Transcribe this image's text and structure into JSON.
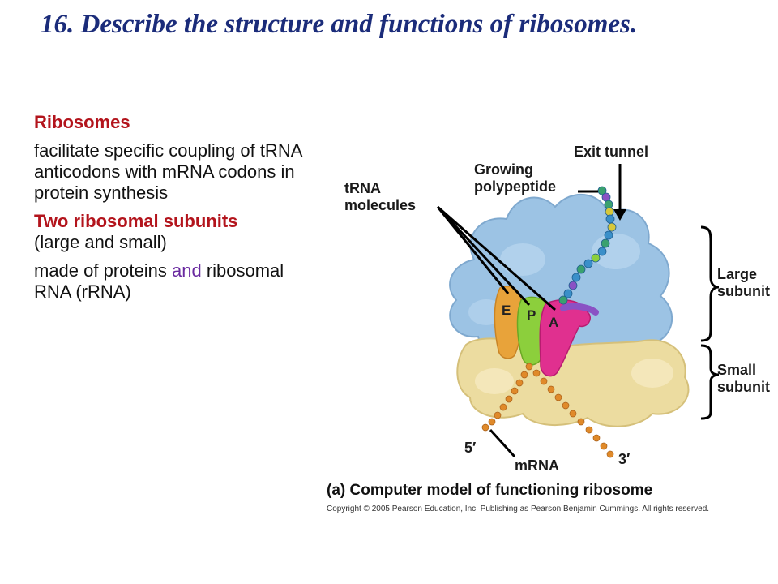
{
  "slide": {
    "title": "16. Describe the structure and functions of ribosomes.",
    "bullets": {
      "b1": "Ribosomes",
      "b2": "facilitate specific coupling of tRNA anticodons with mRNA codons in protein synthesis",
      "b3": "Two ribosomal subunits",
      "b4": "(large and small)",
      "b5a": "made of proteins ",
      "b5b": "and",
      "b5c": " ribosomal RNA (rRNA)"
    }
  },
  "figure": {
    "labels": {
      "exit_tunnel": "Exit tunnel",
      "growing_l1": "Growing",
      "growing_l2": "polypeptide",
      "trna_l1": "tRNA",
      "trna_l2": "molecules",
      "large_l1": "Large",
      "large_l2": "subunit",
      "small_l1": "Small",
      "small_l2": "subunit",
      "five_prime": "5′",
      "three_prime": "3′",
      "mrna": "mRNA",
      "site_e": "E",
      "site_p": "P",
      "site_a": "A"
    },
    "caption": "(a) Computer model of functioning ribosome",
    "copyright": "Copyright © 2005 Pearson Education, Inc. Publishing as Pearson Benjamin Cummings. All rights reserved."
  },
  "colors": {
    "title": "#1b2c7a",
    "highlight_red": "#b3141c",
    "highlight_purple": "#6a2aa0",
    "large_subunit": "#9cc3e4",
    "small_subunit": "#ecdca0",
    "trna_e": "#e8a33a",
    "trna_p": "#8ccf3c",
    "trna_a": "#e0308f",
    "mrna_beads": "#e08a2a"
  }
}
